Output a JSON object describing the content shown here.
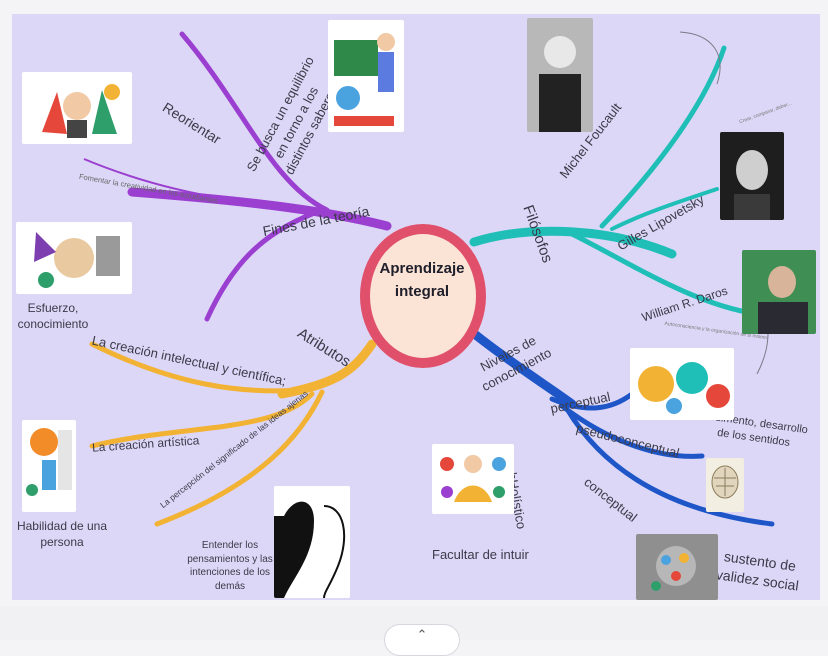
{
  "center": {
    "line1": "Aprendizaje",
    "line2": "integral"
  },
  "branches": {
    "fines": {
      "title": "Fines de la teoría",
      "reorientar": "Reorientar",
      "fomentar": "Fomentar la creatividad en los estudiantes",
      "equilibrio_1": "Se busca un equilibrio",
      "equilibrio_2": "en torno a los",
      "equilibrio_3": "distintos saberes",
      "esfuerzo": "Esfuerzo,",
      "conocimiento": "conocimiento"
    },
    "filosofos": {
      "title": "Filósofos",
      "foucault": "Michel Foucault",
      "lipovetsky": "Gilles Lipovetsky",
      "daros": "William R. Daros",
      "small_top": "Crear, comparar, deber...",
      "small_right": "Autoconsciencia y la organización de si mismo"
    },
    "atributos": {
      "title": "Atributos",
      "creacion_intelectual": "La creación intelectual y científica;",
      "creacion_artistica": "La creación artística",
      "percepcion": "La percepción del significado de las ideas ajenas",
      "habilidad_1": "Habilidad de una",
      "habilidad_2": "persona",
      "entender_1": "Entender los",
      "entender_2": "pensamientos y las",
      "entender_3": "intenciones de los",
      "entender_4": "demás"
    },
    "niveles": {
      "title_1": "Niveles de",
      "title_2": "conocimiento",
      "perceptual": "perceptual",
      "pseudoconceptual": "pseudoconceptual",
      "conceptual": "conceptual",
      "holistico": "hHolístico",
      "facultar": "Facultar de intuir",
      "sedimento_1": "sedimento, desarrollo",
      "sedimento_2": "de los sentidos",
      "sustento_1": "sustento de",
      "sustento_2": "validez social"
    }
  },
  "colors": {
    "background": "#ddd7f7",
    "purple": "#9a3fd0",
    "teal": "#1fbfb8",
    "orange": "#f2b233",
    "blue": "#1e56c8",
    "center_ring": "#e0506a",
    "center_fill": "#fbe3d6"
  },
  "icons": {
    "scroll_up": "chevron-up-icon"
  }
}
